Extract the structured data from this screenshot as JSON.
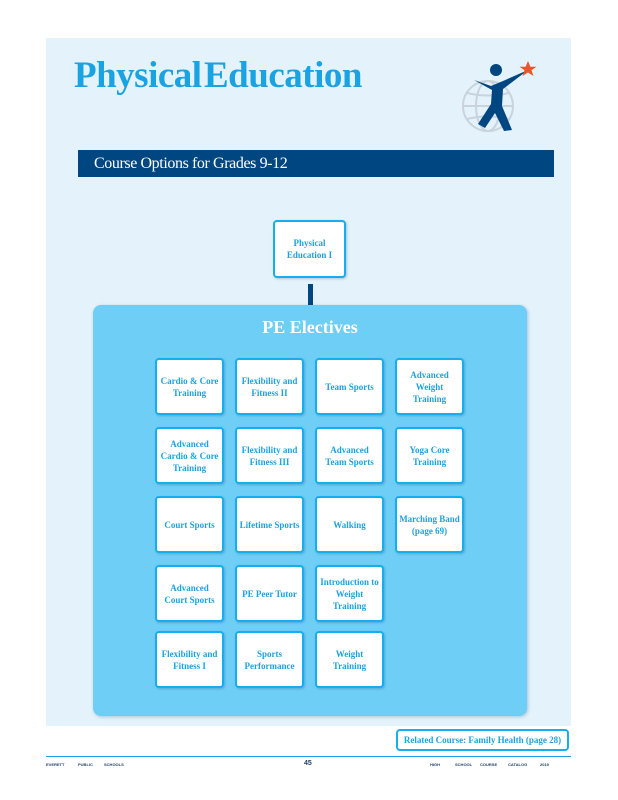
{
  "header": {
    "title_word1": "Physical",
    "title_word2": "Education",
    "banner": "Course Options for Grades 9-12"
  },
  "chart": {
    "root": "Physical Education I",
    "group_title": "PE Electives",
    "rows": [
      [
        "Cardio & Core Training",
        "Flexibility and Fitness II",
        "Team Sports",
        "Advanced Weight Training"
      ],
      [
        "Advanced Cardio & Core Training",
        "Flexibility and Fitness III",
        "Advanced Team Sports",
        "Yoga Core Training"
      ],
      [
        "Court Sports",
        "Lifetime Sports",
        "Walking",
        "Marching Band (page 69)"
      ],
      [
        "Advanced Court Sports",
        "PE Peer Tutor",
        "Introduction to Weight Training"
      ],
      [
        "Flexibility and Fitness I",
        "Sports Performance",
        "Weight Training"
      ]
    ]
  },
  "related": "Related Course: Family Health (page 28)",
  "footer": {
    "left": [
      "EVERETT",
      "PUBLIC",
      "SCHOOLS"
    ],
    "page": "45",
    "right": [
      "HIGH",
      "SCHOOL",
      "COURSE",
      "CATALOG",
      "2019"
    ]
  },
  "colors": {
    "accent": "#1aa3e3",
    "navy": "#004681",
    "panel": "#e3f2fb",
    "group": "#6ecef5",
    "star": "#e8572a"
  },
  "icons": {
    "logo": "person-with-star-globe-logo"
  }
}
